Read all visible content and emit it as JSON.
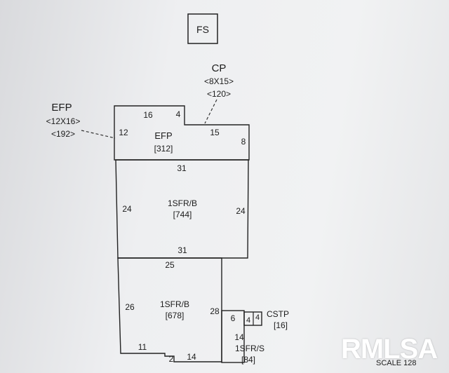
{
  "fs_box": "FS",
  "cp": {
    "name": "CP",
    "dims": "<8X15>",
    "area": "<120>"
  },
  "efp_left": {
    "name": "EFP",
    "dims": "<12X16>",
    "area": "<192>"
  },
  "efp_room": {
    "name": "EFP",
    "area": "[312]"
  },
  "dims": {
    "top16": "16",
    "top4": "4",
    "left12": "12",
    "top15": "15",
    "right8": "8",
    "mid31a": "31",
    "left24": "24",
    "right24": "24",
    "mid31b": "31",
    "mid25": "25",
    "left26": "26",
    "right28": "28",
    "b11": "11",
    "b2": "2",
    "b14": "14",
    "s6": "6",
    "s14": "14",
    "c4a": "4",
    "c4b": "4"
  },
  "sfr_upper": {
    "name": "1SFR/B",
    "area": "[744]"
  },
  "sfr_lower": {
    "name": "1SFR/B",
    "area": "[678]"
  },
  "sfr_s": {
    "name": "1SFR/S",
    "area": "[84]"
  },
  "cstp": {
    "name": "CSTP",
    "area": "[16]"
  },
  "scale": "SCALE 128",
  "watermark": "RMLSA"
}
